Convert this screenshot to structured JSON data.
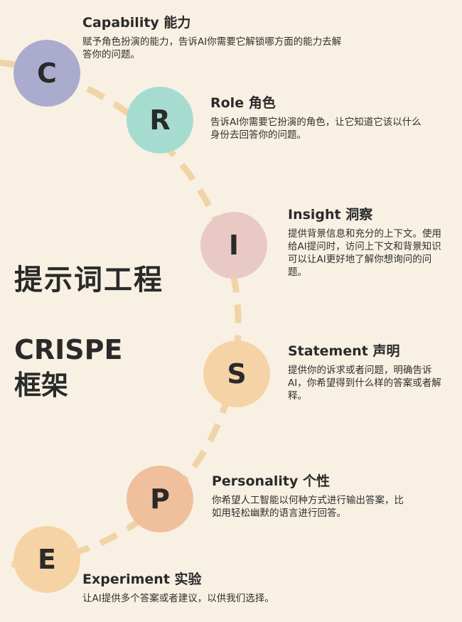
{
  "title": "提示词工程",
  "framework": {
    "name": "CRISPE",
    "suffix": "框架"
  },
  "colors": {
    "background": "#f8f1e3",
    "arc": "#f0d4a8",
    "C": "#abaccd",
    "R": "#a6dccf",
    "I": "#e9c9c3",
    "S": "#f6d3a7",
    "P": "#f0bf9c",
    "E": "#f6d3a4"
  },
  "items": [
    {
      "letter": "C",
      "title": "Capability 能力",
      "desc": "赋予角色扮演的能力，告诉AI你需要它解锁哪方面的能力去解答你的问题。"
    },
    {
      "letter": "R",
      "title": "Role 角色",
      "desc": "告诉AI你需要它扮演的角色，让它知道它该以什么身份去回答你的问题。"
    },
    {
      "letter": "I",
      "title": "Insight 洞察",
      "desc": "提供背景信息和充分的上下文。使用给AI提问时，访问上下文和背景知识可以让AI更好地了解你想询问的问题。"
    },
    {
      "letter": "S",
      "title": "Statement 声明",
      "desc": "提供你的诉求或者问题，明确告诉AI，你希望得到什么样的答案或者解释。"
    },
    {
      "letter": "P",
      "title": "Personality 个性",
      "desc": "你希望人工智能以何种方式进行输出答案，比如用轻松幽默的语言进行回答。"
    },
    {
      "letter": "E",
      "title": "Experiment 实验",
      "desc": "让AI提供多个答案或者建议，以供我们选择。"
    }
  ]
}
